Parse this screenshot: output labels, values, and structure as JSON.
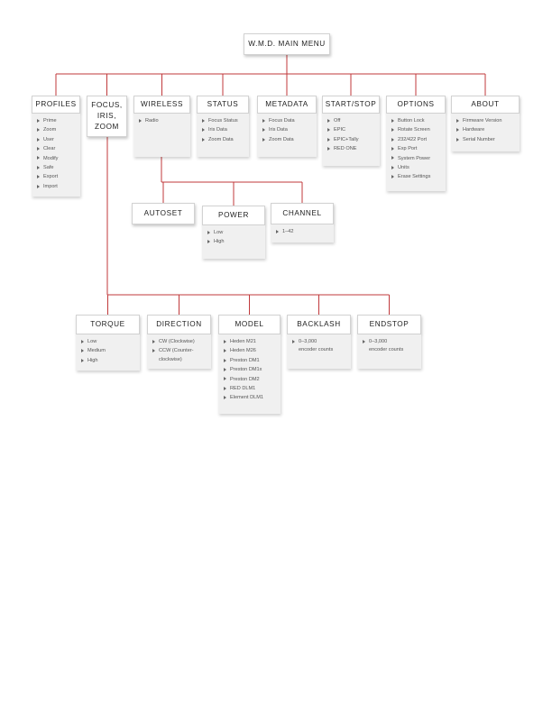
{
  "colors": {
    "connector": "#c0393b",
    "box_border": "#d2d2d2",
    "list_bg": "#f0f0f0"
  },
  "root": {
    "label": "W.M.D. MAIN MENU"
  },
  "menus": [
    {
      "id": "profiles",
      "label": "PROFILES",
      "items": [
        "Prime",
        "Zoom",
        "User",
        "Clear",
        "Modify",
        "Safe",
        "Export",
        "Import"
      ]
    },
    {
      "id": "focus-iris-zoom",
      "label": "FOCUS,\nIRIS,\nZOOM",
      "items": []
    },
    {
      "id": "wireless",
      "label": "WIRELESS",
      "items": [
        "Radio"
      ]
    },
    {
      "id": "status",
      "label": "STATUS",
      "items": [
        "Focus Status",
        "Iris Data",
        "Zoom Data"
      ]
    },
    {
      "id": "metadata",
      "label": "METADATA",
      "items": [
        "Focus Data",
        "Iris Data",
        "Zoom Data"
      ]
    },
    {
      "id": "start-stop",
      "label": "START/STOP",
      "items": [
        "Off",
        "EPIC",
        "EPIC+Tally",
        "RED ONE"
      ]
    },
    {
      "id": "options",
      "label": "OPTIONS",
      "items": [
        "Button Lock",
        "Rotate Screen",
        "232/422 Port",
        "Exp Port",
        "System Power",
        "Units",
        "Erase Settings"
      ]
    },
    {
      "id": "about",
      "label": "ABOUT",
      "items": [
        "Firmware Version",
        "Hardware",
        "Serial Number"
      ]
    }
  ],
  "wireless_sub": [
    {
      "id": "autoset",
      "label": "AUTOSET",
      "items": []
    },
    {
      "id": "power",
      "label": "POWER",
      "items": [
        "Low",
        "High"
      ]
    },
    {
      "id": "channel",
      "label": "CHANNEL",
      "items": [
        "1–42"
      ]
    }
  ],
  "motor_sub": [
    {
      "id": "torque",
      "label": "TORQUE",
      "items": [
        "Low",
        "Medium",
        "High"
      ]
    },
    {
      "id": "direction",
      "label": "DIRECTION",
      "items": [
        "CW (Clockwise)",
        "CCW (Counter-",
        "~clockwise)"
      ]
    },
    {
      "id": "model",
      "label": "MODEL",
      "items": [
        "Heden M21",
        "Heden M26",
        "Preston DM1",
        "Preston DM1x",
        "Preston DM2",
        "RED DLM1",
        "Element DLM1"
      ]
    },
    {
      "id": "backlash",
      "label": "BACKLASH",
      "items": [
        "0–3,000",
        "~encoder counts"
      ]
    },
    {
      "id": "endstop",
      "label": "ENDSTOP",
      "items": [
        "0–3,000",
        "~encoder counts"
      ]
    }
  ]
}
